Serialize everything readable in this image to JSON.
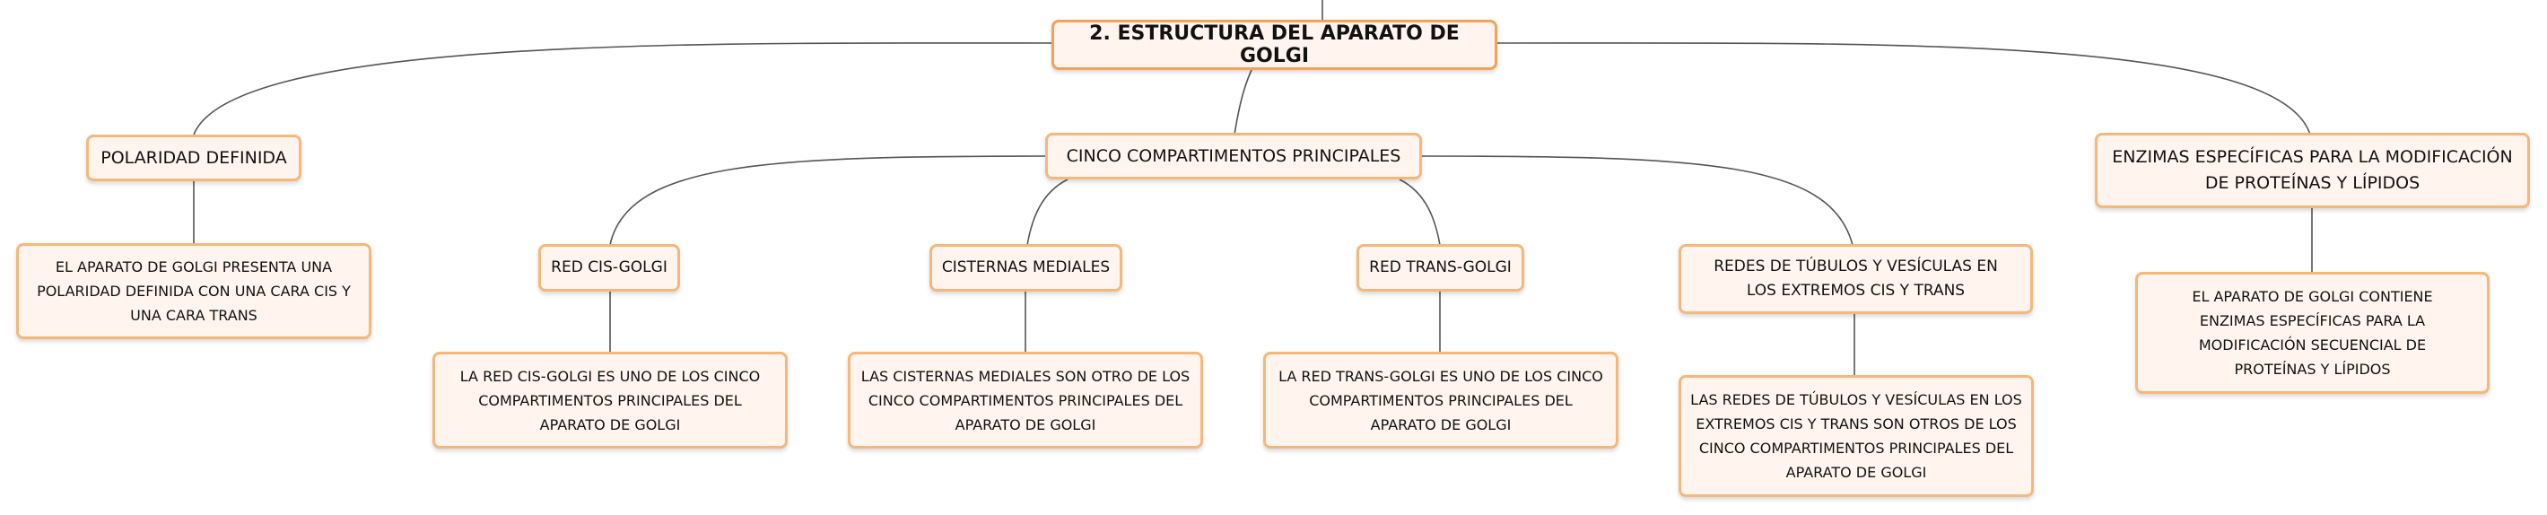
{
  "map": {
    "root": "2. ESTRUCTURA DEL APARATO DE GOLGI",
    "polaridad": {
      "title": "POLARIDAD DEFINIDA",
      "detail": "EL APARATO DE GOLGI PRESENTA UNA POLARIDAD DEFINIDA CON UNA CARA CIS Y UNA CARA TRANS"
    },
    "compartimentos": {
      "title": "CINCO COMPARTIMENTOS PRINCIPALES",
      "children": [
        {
          "title": "RED CIS-GOLGI",
          "detail": "LA RED CIS-GOLGI ES UNO DE LOS CINCO COMPARTIMENTOS PRINCIPALES DEL APARATO DE GOLGI"
        },
        {
          "title": "CISTERNAS MEDIALES",
          "detail": "LAS CISTERNAS MEDIALES SON OTRO DE LOS CINCO COMPARTIMENTOS PRINCIPALES DEL APARATO DE GOLGI"
        },
        {
          "title": "RED TRANS-GOLGI",
          "detail": "LA RED TRANS-GOLGI ES UNO DE LOS CINCO COMPARTIMENTOS PRINCIPALES DEL APARATO DE GOLGI"
        },
        {
          "title": "REDES DE TÚBULOS Y VESÍCULAS EN LOS EXTREMOS CIS Y TRANS",
          "detail": "LAS REDES DE TÚBULOS Y VESÍCULAS EN LOS EXTREMOS CIS Y TRANS SON OTROS DE LOS CINCO COMPARTIMENTOS PRINCIPALES DEL APARATO DE GOLGI"
        }
      ]
    },
    "enzimas": {
      "title": "ENZIMAS ESPECÍFICAS PARA LA MODIFICACIÓN DE PROTEÍNAS Y LÍPIDOS",
      "detail": "EL APARATO DE GOLGI CONTIENE ENZIMAS ESPECÍFICAS PARA LA MODIFICACIÓN SECUENCIAL DE PROTEÍNAS Y LÍPIDOS"
    }
  }
}
